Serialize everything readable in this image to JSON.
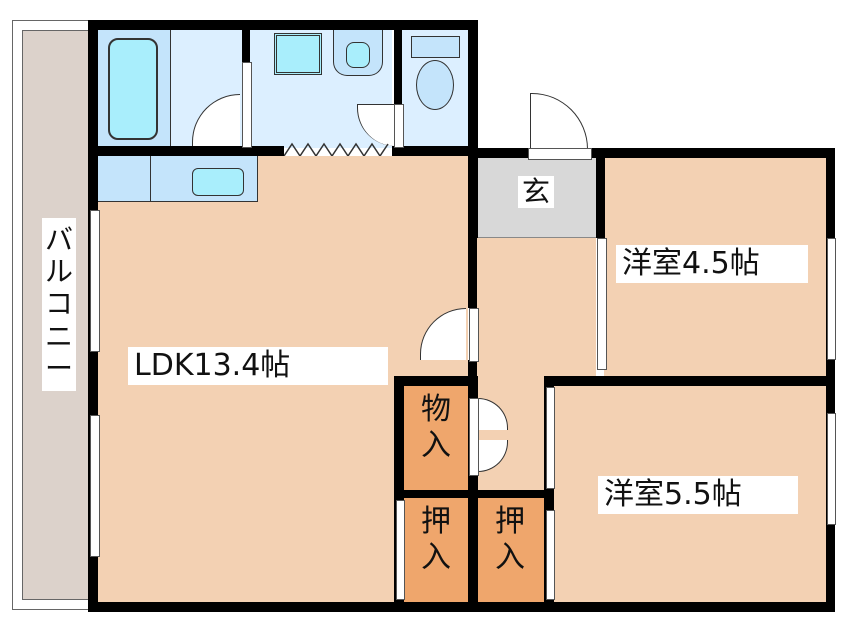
{
  "floorplan": {
    "rooms": {
      "balcony": {
        "label": "バルコニー"
      },
      "ldk": {
        "label": "LDK13.4帖"
      },
      "entrance": {
        "label": "玄"
      },
      "western_room_1": {
        "label": "洋室4.5帖"
      },
      "western_room_2": {
        "label": "洋室5.5帖"
      },
      "storage": {
        "label": "物入"
      },
      "closet_1": {
        "label": "押入"
      },
      "closet_2": {
        "label": "押入"
      }
    },
    "colors": {
      "room_floor": "#f3d1b3",
      "closet": "#efa66c",
      "balcony": "#dcd2cb",
      "wet_area": "#dcefff",
      "fixture": "#a9eefc",
      "entrance": "#d8d8d8",
      "wall": "#000000"
    }
  }
}
